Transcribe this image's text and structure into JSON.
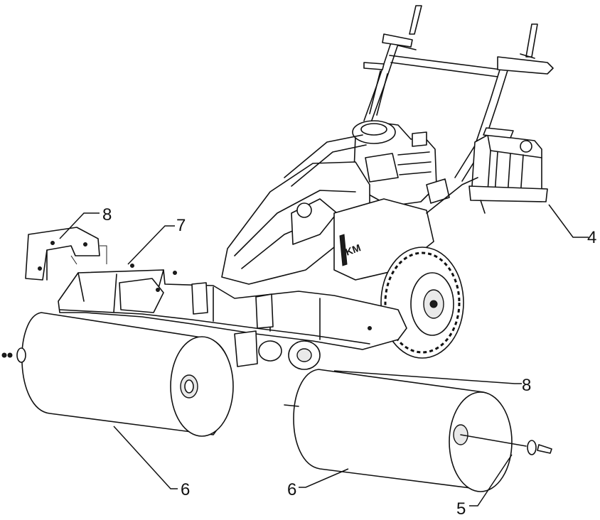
{
  "figure": {
    "callouts": [
      {
        "id": "callout-8-top",
        "label": "8"
      },
      {
        "id": "callout-7",
        "label": "7"
      },
      {
        "id": "callout-4",
        "label": "4"
      },
      {
        "id": "callout-8-right",
        "label": "8"
      },
      {
        "id": "callout-6-left",
        "label": "6"
      },
      {
        "id": "callout-6-right",
        "label": "6"
      },
      {
        "id": "callout-5",
        "label": "5"
      }
    ],
    "emblem_text": "KM"
  }
}
